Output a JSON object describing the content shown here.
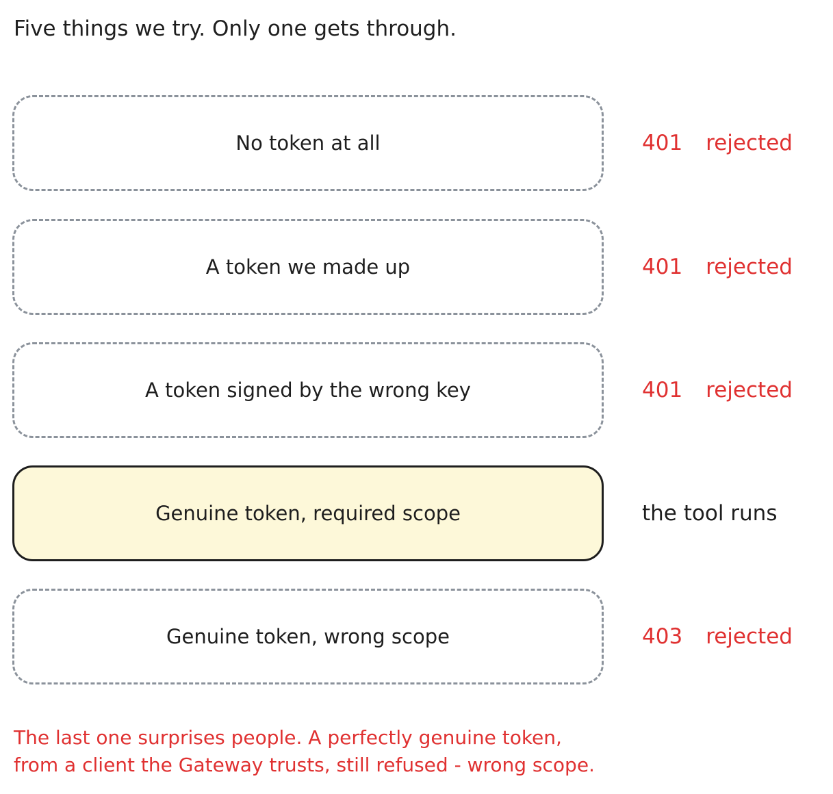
{
  "title": "Five things we try. Only one gets through.",
  "rows": [
    {
      "label": "No token at all",
      "code": "401",
      "status": "rejected",
      "style": "dashed"
    },
    {
      "label": "A token we made up",
      "code": "401",
      "status": "rejected",
      "style": "dashed"
    },
    {
      "label": "A token signed by the wrong key",
      "code": "401",
      "status": "rejected",
      "style": "dashed"
    },
    {
      "label": "Genuine token, required scope",
      "code": "",
      "status": "the tool runs",
      "style": "solid"
    },
    {
      "label": "Genuine token, wrong scope",
      "code": "403",
      "status": "rejected",
      "style": "dashed"
    }
  ],
  "note": {
    "line1": "The last one surprises people. A perfectly genuine token,",
    "line2": "from a client the Gateway trusts, still refused - wrong scope."
  },
  "colors": {
    "reject": "#e03131",
    "dashed_border": "#8b929b",
    "success_fill": "#fdf8d9",
    "ink": "#1e1e1e"
  }
}
